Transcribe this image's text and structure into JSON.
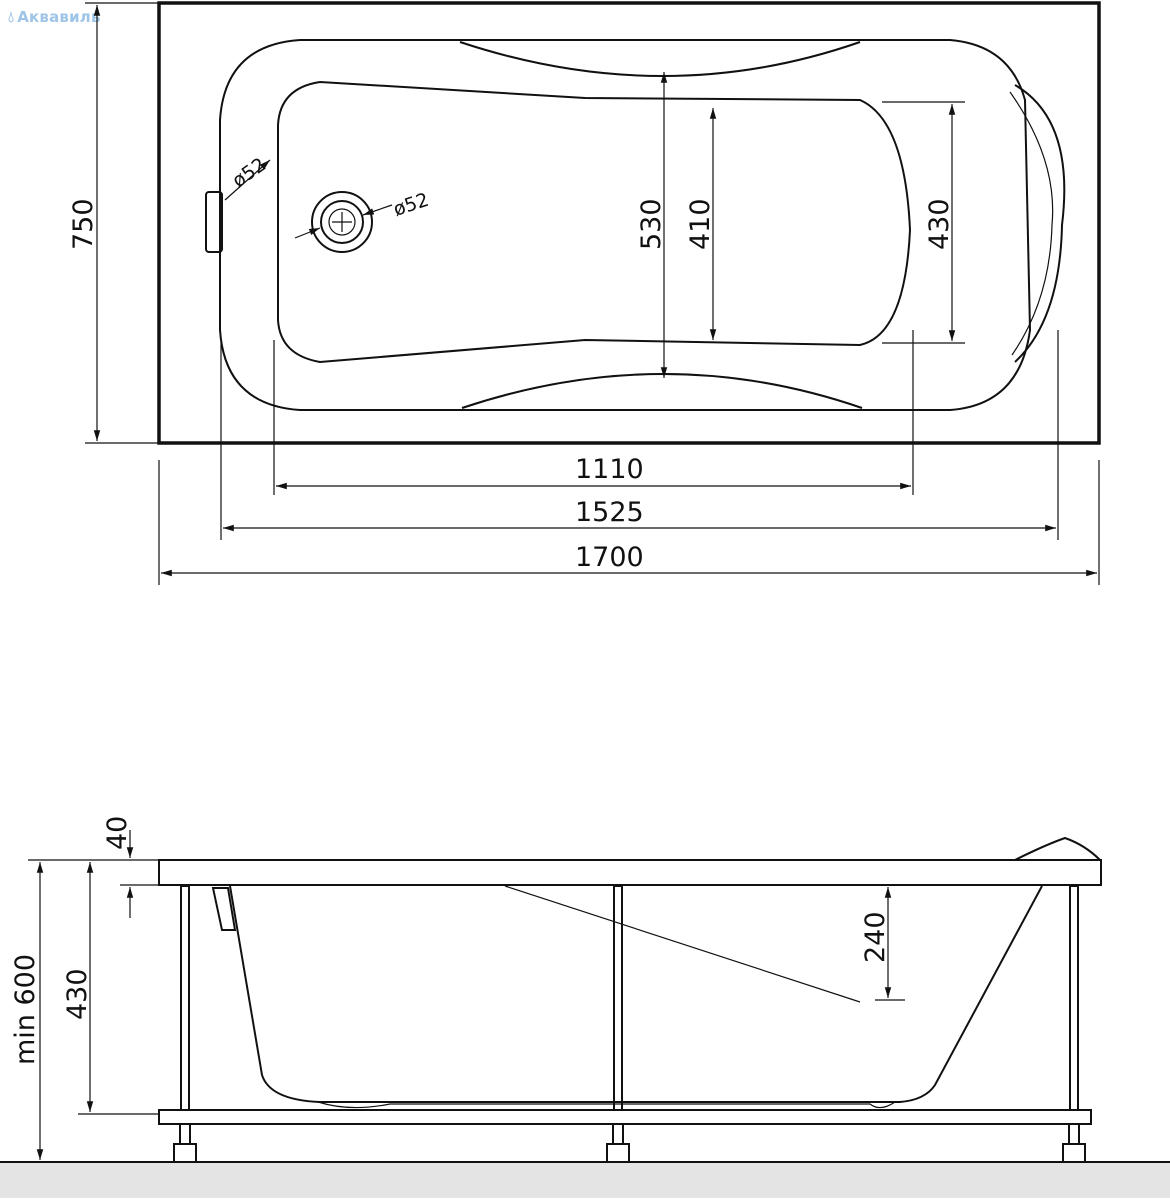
{
  "brand": {
    "name": "Аквавиль",
    "icon": "droplet-icon",
    "color": "#9ec5e8"
  },
  "top_view": {
    "height_dim": "750",
    "drain_diameter": "ø52",
    "overflow_diameter": "ø52",
    "widths": {
      "basin_head": "530",
      "basin_mid": "410",
      "basin_foot": "430"
    },
    "lengths": {
      "inner": "1110",
      "basin": "1525",
      "overall": "1700"
    }
  },
  "side_view": {
    "rim_thickness": "40",
    "floor_height": "430",
    "support_height": "min 600",
    "depth": "240"
  }
}
